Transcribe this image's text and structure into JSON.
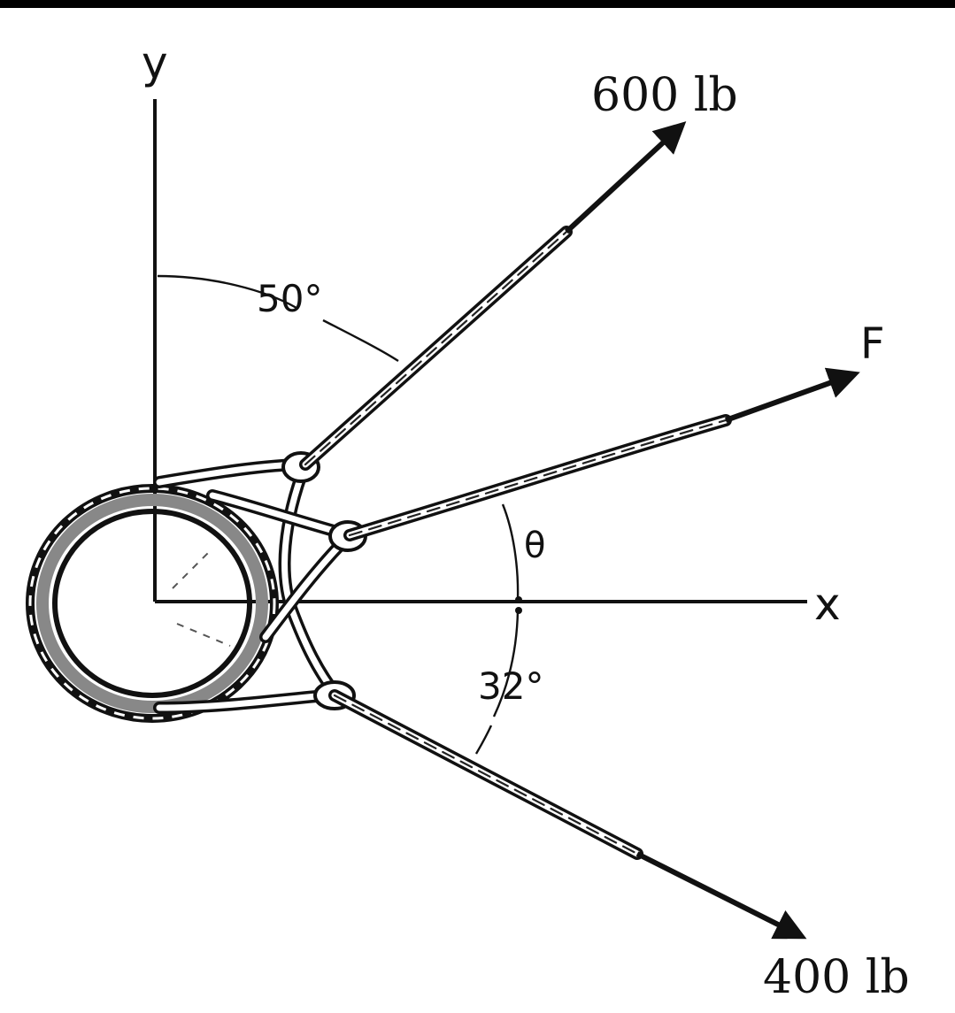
{
  "axes": {
    "y_label": "y",
    "x_label": "x"
  },
  "forces": [
    {
      "id": "force-600",
      "label": "600 lb",
      "magnitude_lb": 600,
      "angle_note": "50° from y-axis"
    },
    {
      "id": "force-f",
      "label": "F",
      "angle_note": "θ above x-axis"
    },
    {
      "id": "force-400",
      "label": "400 lb",
      "magnitude_lb": 400,
      "angle_note": "32° below x-axis"
    }
  ],
  "angles": {
    "a50": "50°",
    "theta": "θ",
    "a32": "32°"
  },
  "colors": {
    "ink": "#111111",
    "background": "#ffffff"
  }
}
